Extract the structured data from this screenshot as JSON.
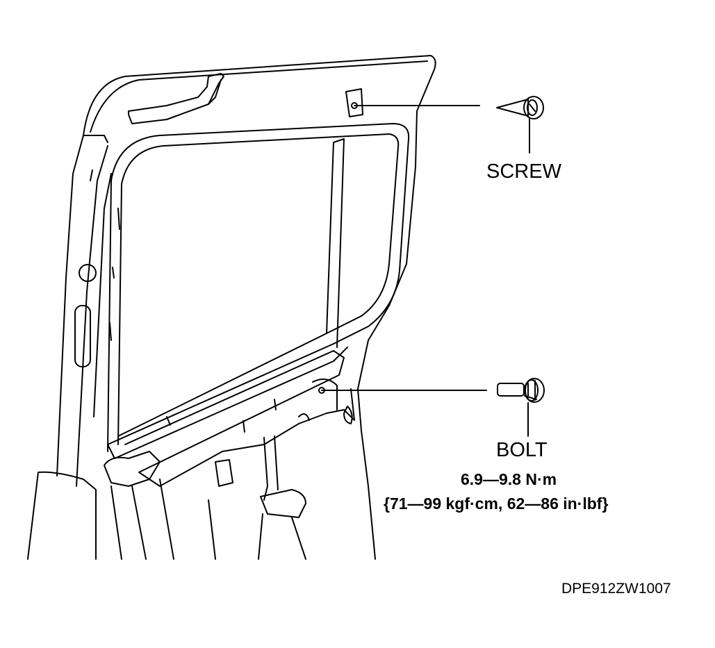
{
  "callouts": {
    "screw": {
      "label": "SCREW"
    },
    "bolt": {
      "label": "BOLT",
      "torque_line1": "6.9—9.8 N·m",
      "torque_line2": "{71—99 kgf·cm, 62—86 in·lbf}"
    }
  },
  "figure_code": "DPE912ZW1007",
  "colors": {
    "ink": "#000000",
    "background": "#ffffff"
  }
}
